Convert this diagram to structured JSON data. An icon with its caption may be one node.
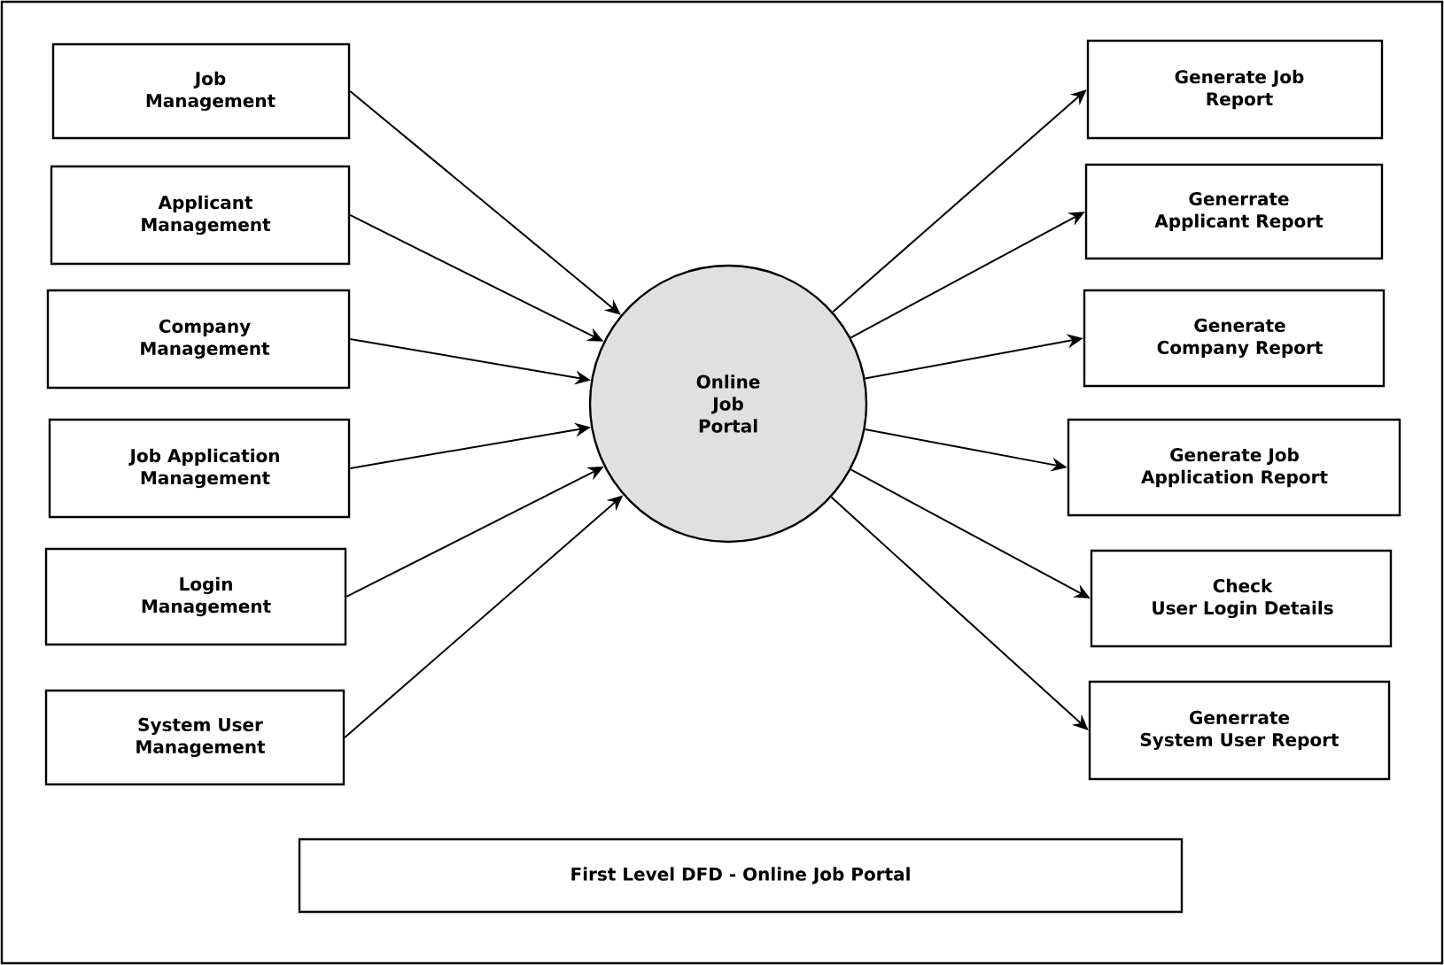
{
  "diagram": {
    "title": "First Level DFD - Online Job Portal",
    "nodes": [
      {
        "text": [
          "Job Management"
        ]
      },
      {
        "text": [
          "Applicant Management"
        ]
      },
      {
        "text": [
          "Company Management"
        ]
      },
      {
        "text": [
          "Job Application Management"
        ]
      },
      {
        "text": [
          "Login Management"
        ]
      },
      {
        "text": [
          "System User Management"
        ]
      },
      {
        "text": [
          "Online Job Portal"
        ]
      },
      {
        "text": [
          "Generate Job Report"
        ]
      },
      {
        "text": [
          "Generrate Applicant Report"
        ]
      },
      {
        "text": [
          "Generate Company Report"
        ]
      },
      {
        "text": [
          "Generate Job Application Report"
        ]
      },
      {
        "text": [
          "Check User Login Details"
        ]
      },
      {
        "text": [
          "Generrate System User Report"
        ]
      }
    ],
    "edges": [
      {
        "from": 0,
        "to": 6,
        "arrow": "to"
      },
      {
        "from": 1,
        "to": 6,
        "arrow": "to"
      },
      {
        "from": 2,
        "to": 6,
        "arrow": "to"
      },
      {
        "from": 3,
        "to": 6,
        "arrow": "to"
      },
      {
        "from": 4,
        "to": 6,
        "arrow": "to"
      },
      {
        "from": 5,
        "to": 6,
        "arrow": "to"
      },
      {
        "from": 6,
        "to": 7,
        "arrow": "to"
      },
      {
        "from": 6,
        "to": 8,
        "arrow": "to"
      },
      {
        "from": 6,
        "to": 9,
        "arrow": "to"
      },
      {
        "from": 6,
        "to": 10,
        "arrow": "to"
      },
      {
        "from": 6,
        "to": 11,
        "arrow": "to"
      },
      {
        "from": 6,
        "to": 12,
        "arrow": "to"
      }
    ]
  }
}
